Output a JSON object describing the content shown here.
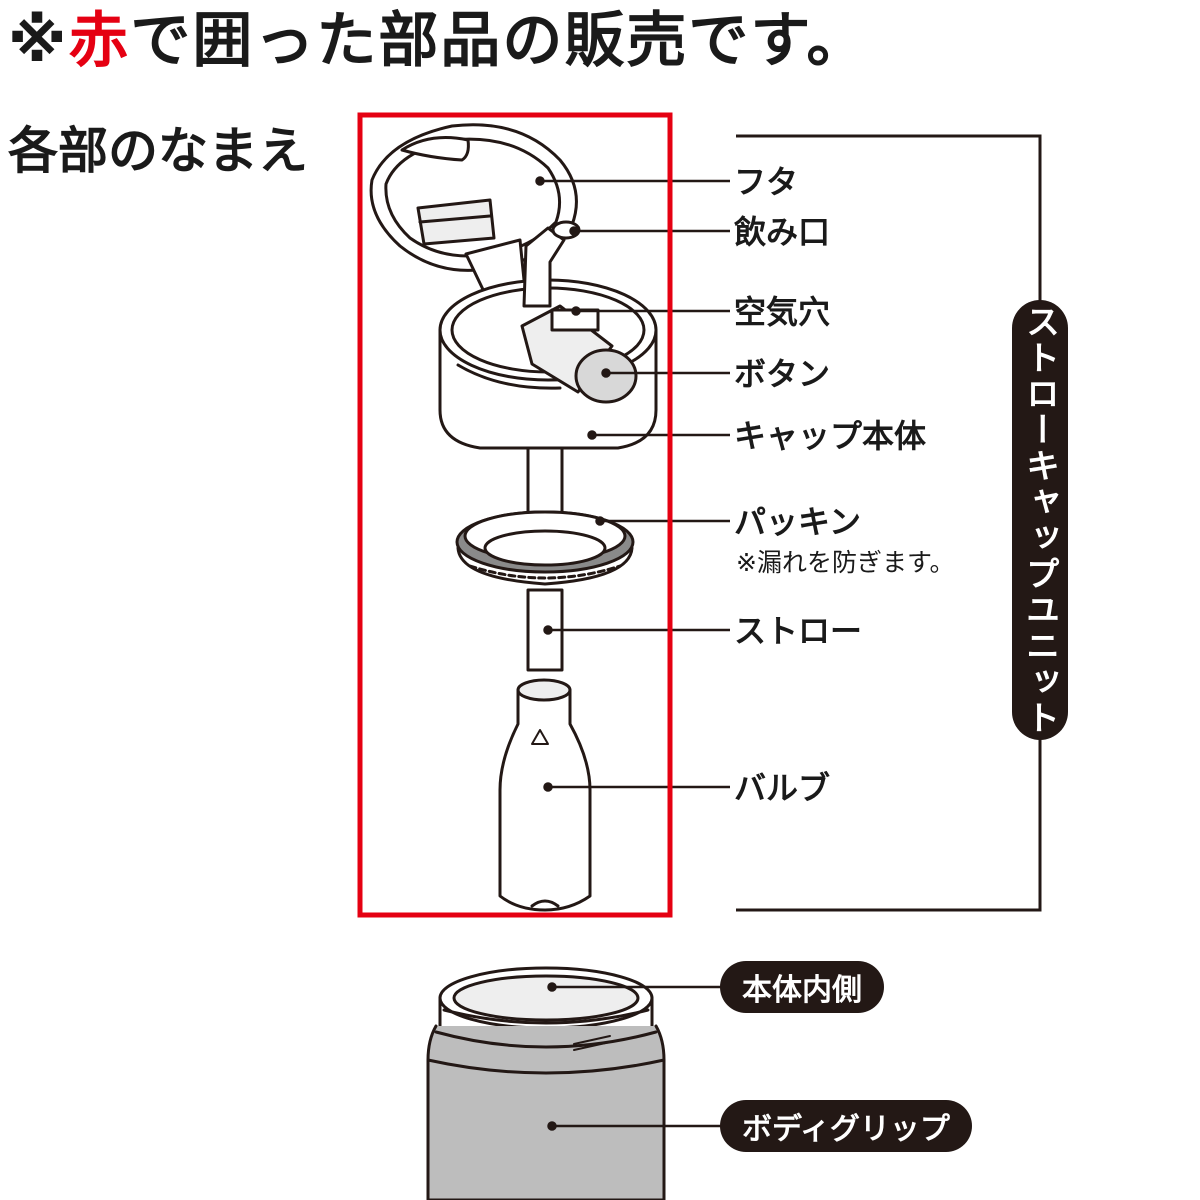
{
  "heading": {
    "prefix": "※",
    "highlight": "赤",
    "suffix": "で囲った部品の販売です。"
  },
  "subheading": "各部のなまえ",
  "colors": {
    "highlight": "#e50012",
    "ink": "#231815",
    "grip": "#bdbdbd",
    "light_fill": "#eeeeee"
  },
  "parts": [
    {
      "label": "フタ"
    },
    {
      "label": "飲み口"
    },
    {
      "label": "空気穴"
    },
    {
      "label": "ボタン"
    },
    {
      "label": "キャップ本体"
    },
    {
      "label": "パッキン",
      "note": "※漏れを防ぎます。"
    },
    {
      "label": "ストロー"
    },
    {
      "label": "バルブ"
    }
  ],
  "unit_label": "ストローキャップユニット",
  "body_labels": [
    {
      "label": "本体内側"
    },
    {
      "label": "ボディグリップ"
    }
  ]
}
